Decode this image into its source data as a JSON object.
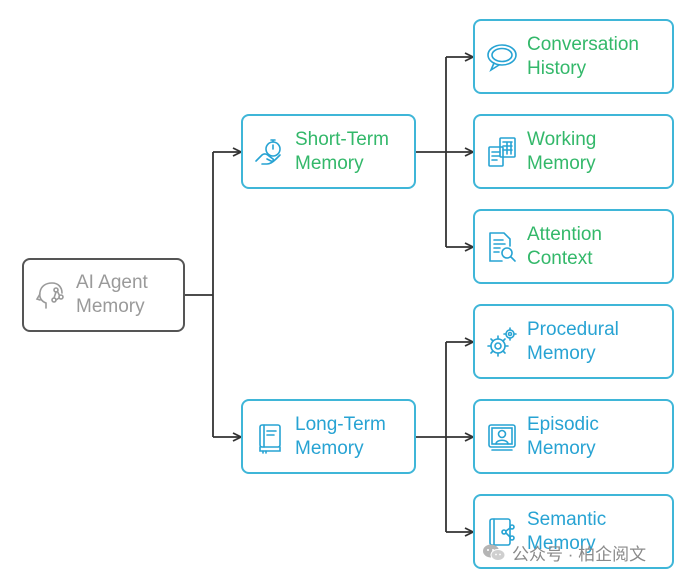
{
  "root": {
    "label": "AI Agent\nMemory",
    "icon": "head-network-icon"
  },
  "branches": [
    {
      "label": "Short-Term\nMemory",
      "icon": "hand-stopwatch-icon",
      "children": [
        {
          "label": "Conversation\nHistory",
          "icon": "speech-bubble-icon"
        },
        {
          "label": "Working\nMemory",
          "icon": "calculator-document-icon"
        },
        {
          "label": "Attention\nContext",
          "icon": "document-search-icon"
        }
      ]
    },
    {
      "label": "Long-Term\nMemory",
      "icon": "book-icon",
      "children": [
        {
          "label": "Procedural\nMemory",
          "icon": "gears-icon"
        },
        {
          "label": "Episodic\nMemory",
          "icon": "photo-person-icon"
        },
        {
          "label": "Semantic\nMemory",
          "icon": "book-share-icon"
        }
      ]
    }
  ],
  "watermark": {
    "text": "公众号 · 柏企阅文",
    "icon": "wechat-icon"
  },
  "colors": {
    "root_border": "#555555",
    "box_border": "#3fb6d8",
    "green_text": "#33b86a",
    "blue_text": "#27a3d3",
    "connector": "#333333"
  }
}
